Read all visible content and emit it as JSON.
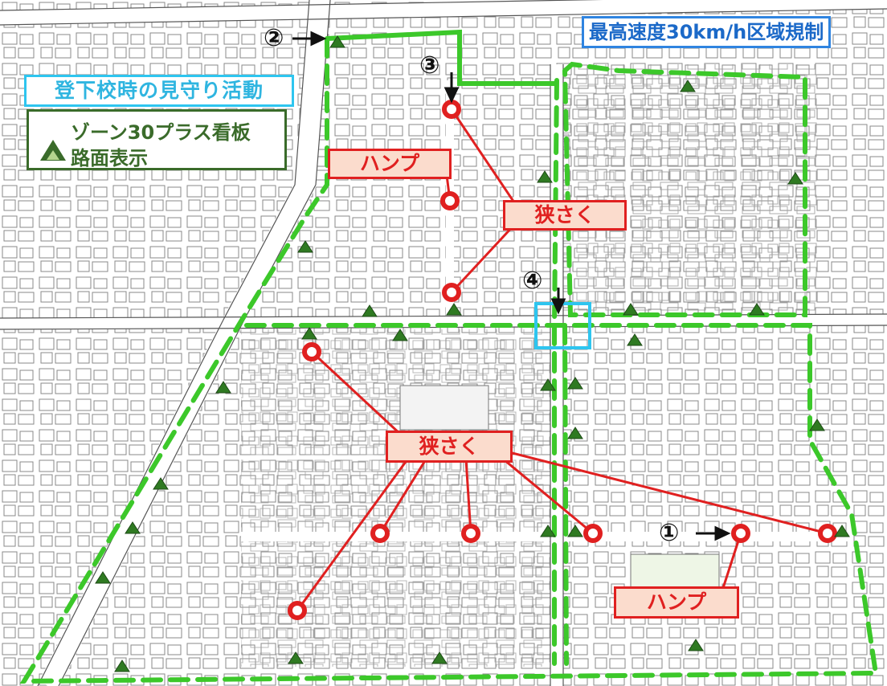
{
  "map": {
    "zone_activity_title": "登下校時の見守り活動",
    "legend": {
      "zone30_sign": "ゾーン30プラス看板",
      "road_marking": "路面表示"
    },
    "speed_limit_label": "最高速度30km/h区域規制",
    "callouts": {
      "hump_top": "ハンプ",
      "narrow_top": "狭さく",
      "narrow_mid": "狭さく",
      "hump_bottom": "ハンプ"
    },
    "numbers": [
      "①",
      "②",
      "③",
      "④"
    ],
    "colors": {
      "zone_boundary": "#3cc82a",
      "red_marker": "#e02020",
      "triangle": "#2f7a22",
      "highlight_box": "#2ec5ef"
    }
  }
}
